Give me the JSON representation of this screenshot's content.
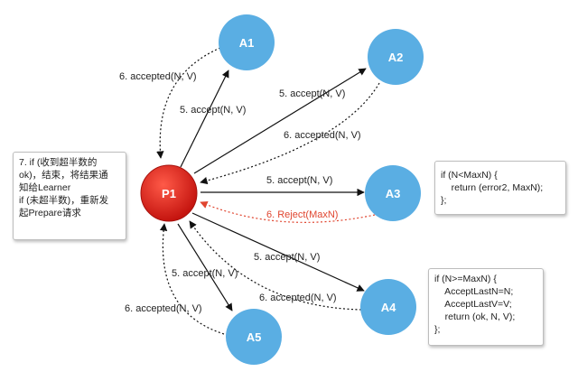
{
  "nodes": {
    "p1": "P1",
    "a1": "A1",
    "a2": "A2",
    "a3": "A3",
    "a4": "A4",
    "a5": "A5"
  },
  "edges": {
    "p1_a1_accept": "5. accept(N, V)",
    "a1_p1_accepted": "6. accepted(N, V)",
    "p1_a2_accept": "5. accept(N, V)",
    "a2_p1_accepted": "6. accepted(N, V)",
    "p1_a3_accept": "5. accept(N, V)",
    "a3_p1_reject": "6. Reject(MaxN)",
    "p1_a4_accept": "5. accept(N, V)",
    "a4_p1_accepted": "6. accepted(N, V)",
    "p1_a5_accept": "5. accept(N, V)",
    "a5_p1_accepted": "6. accepted(N, V)"
  },
  "notes": {
    "p1_note": "7. if (收到超半数的\nok)，结束，将结果通\n知给Learner\nif (未超半数)，重新发\n起Prepare请求",
    "a3_note": "if (N<MaxN) {\n    return (error2, MaxN);\n};",
    "a4_note": "if (N>=MaxN) {\n    AcceptLastN=N;\n    AcceptLastV=V;\n    return (ok, N, V);\n};"
  },
  "colors": {
    "proposer": "#d9221b",
    "acceptor": "#5aaee3",
    "reject": "#e0452f",
    "edge": "#111111"
  }
}
